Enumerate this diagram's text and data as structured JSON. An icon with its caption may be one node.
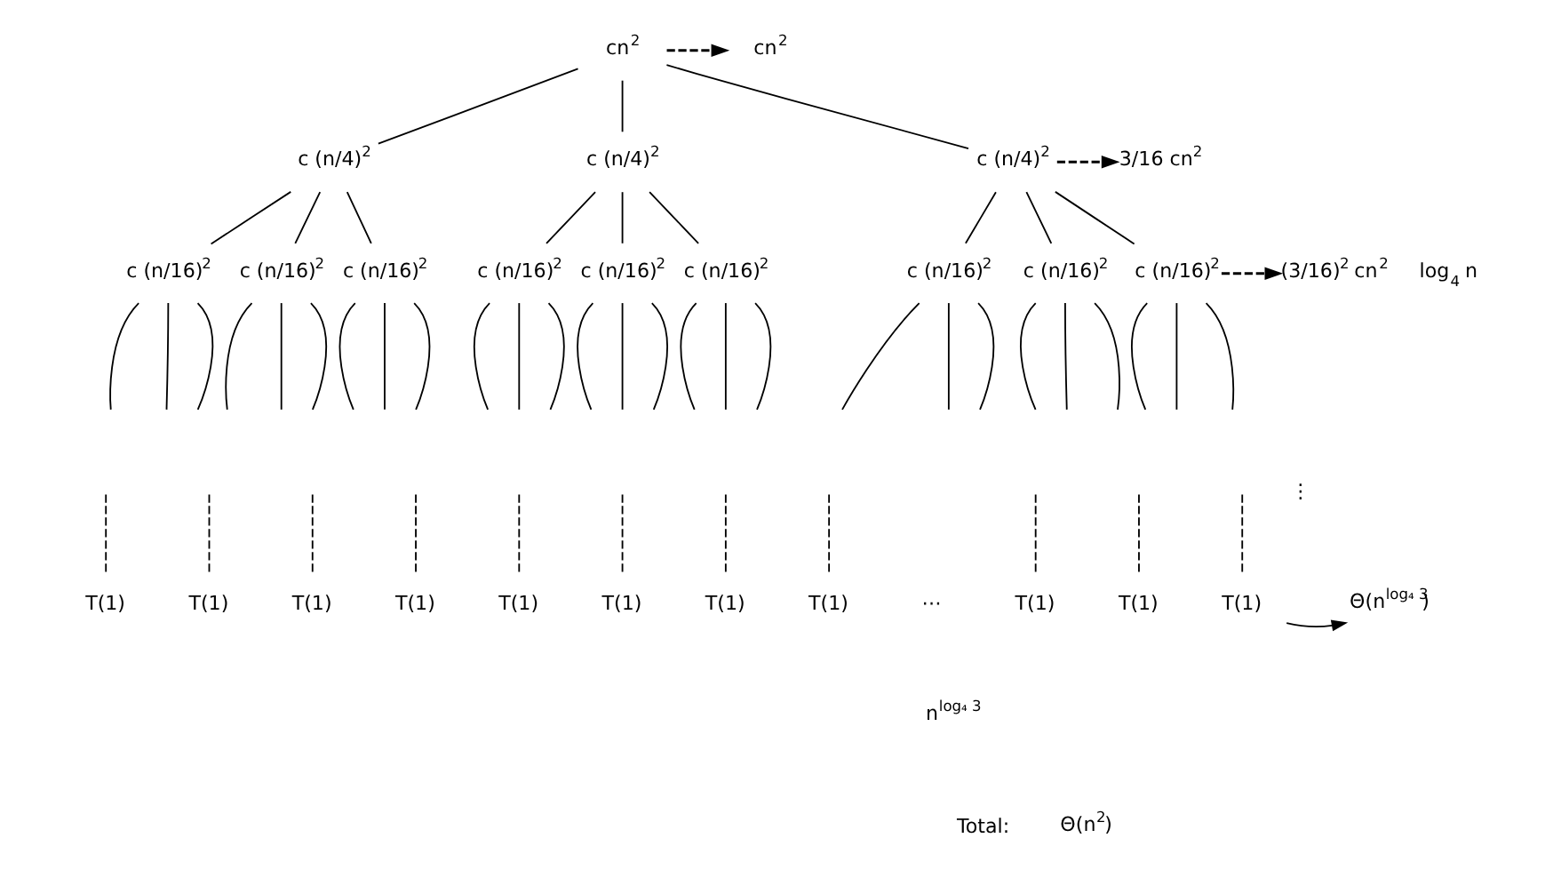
{
  "diagram": {
    "nodes": [
      {
        "text": [
          "cn$^{2}$"
        ]
      },
      {
        "text": [
          "c (n/4)$^{2}$"
        ]
      },
      {
        "text": [
          "c (n/4)$^{2}$"
        ]
      },
      {
        "text": [
          "c (n/4)$^{2}$"
        ]
      },
      {
        "text": [
          "c (n/16)$^{2}$"
        ]
      },
      {
        "text": [
          "c (n/16)$^{2}$"
        ]
      },
      {
        "text": [
          "c (n/16)$^{2}$"
        ]
      },
      {
        "text": [
          "c (n/16)$^{2}$"
        ]
      },
      {
        "text": [
          "c (n/16)$^{2}$"
        ]
      },
      {
        "text": [
          "c (n/16)$^{2}$"
        ]
      },
      {
        "text": [
          "c (n/16)$^{2}$"
        ]
      },
      {
        "text": [
          "c (n/16)$^{2}$"
        ]
      },
      {
        "text": [
          "c (n/16)$^{2}$"
        ]
      },
      {
        "text": [
          "T(1)"
        ]
      },
      {
        "text": [
          "T(1)"
        ]
      },
      {
        "text": [
          "T(1)"
        ]
      },
      {
        "text": [
          "T(1)"
        ]
      },
      {
        "text": [
          "T(1)"
        ]
      },
      {
        "text": [
          "T(1)"
        ]
      },
      {
        "text": [
          "T(1)"
        ]
      },
      {
        "text": [
          "T(1)"
        ]
      },
      {
        "text": [
          "T(1)"
        ]
      },
      {
        "text": [
          "T(1)"
        ]
      },
      {
        "text": [
          "T(1)"
        ]
      },
      {
        "text": [
          "cn$^{2}$"
        ]
      },
      {
        "text": [
          "3/16 cn$^{2}$"
        ]
      },
      {
        "text": [
          "(3/16)$^{2}$ cn$^{2}$"
        ]
      },
      {
        "text": [
          "Θ(n$^{log₄ 3}$)"
        ]
      }
    ],
    "edges": [
      {
        "from": 0,
        "to": 1,
        "arrow": "none"
      },
      {
        "from": 0,
        "to": 2,
        "arrow": "none"
      },
      {
        "from": 0,
        "to": 3,
        "arrow": "none"
      },
      {
        "from": 1,
        "to": 4,
        "arrow": "none"
      },
      {
        "from": 1,
        "to": 5,
        "arrow": "none"
      },
      {
        "from": 1,
        "to": 6,
        "arrow": "none"
      },
      {
        "from": 2,
        "to": 7,
        "arrow": "none"
      },
      {
        "from": 2,
        "to": 8,
        "arrow": "none"
      },
      {
        "from": 2,
        "to": 9,
        "arrow": "none"
      },
      {
        "from": 3,
        "to": 10,
        "arrow": "none"
      },
      {
        "from": 3,
        "to": 11,
        "arrow": "none"
      },
      {
        "from": 3,
        "to": 12,
        "arrow": "none"
      },
      {
        "from": 4,
        "to": null,
        "arrow": "none"
      },
      {
        "from": 4,
        "to": null,
        "arrow": "none"
      },
      {
        "from": 4,
        "to": null,
        "arrow": "none"
      },
      {
        "from": 5,
        "to": null,
        "arrow": "none"
      },
      {
        "from": 5,
        "to": null,
        "arrow": "none"
      },
      {
        "from": 5,
        "to": null,
        "arrow": "none"
      },
      {
        "from": 6,
        "to": null,
        "arrow": "none"
      },
      {
        "from": 6,
        "to": null,
        "arrow": "none"
      },
      {
        "from": 6,
        "to": null,
        "arrow": "none"
      },
      {
        "from": 7,
        "to": null,
        "arrow": "none"
      },
      {
        "from": 7,
        "to": null,
        "arrow": "none"
      },
      {
        "from": 7,
        "to": null,
        "arrow": "none"
      },
      {
        "from": 8,
        "to": null,
        "arrow": "none"
      },
      {
        "from": 8,
        "to": null,
        "arrow": "none"
      },
      {
        "from": 8,
        "to": null,
        "arrow": "none"
      },
      {
        "from": 9,
        "to": null,
        "arrow": "none"
      },
      {
        "from": 9,
        "to": null,
        "arrow": "none"
      },
      {
        "from": 9,
        "to": null,
        "arrow": "none"
      },
      {
        "from": 10,
        "to": null,
        "arrow": "none"
      },
      {
        "from": 10,
        "to": null,
        "arrow": "none"
      },
      {
        "from": 10,
        "to": null,
        "arrow": "none"
      },
      {
        "from": 11,
        "to": null,
        "arrow": "none"
      },
      {
        "from": 11,
        "to": null,
        "arrow": "none"
      },
      {
        "from": 11,
        "to": null,
        "arrow": "none"
      },
      {
        "from": 12,
        "to": null,
        "arrow": "none"
      },
      {
        "from": 12,
        "to": null,
        "arrow": "none"
      },
      {
        "from": 12,
        "to": null,
        "arrow": "none"
      },
      {
        "from": null,
        "to": 13,
        "arrow": "none",
        "style": "dashed"
      },
      {
        "from": null,
        "to": 14,
        "arrow": "none",
        "style": "dashed"
      },
      {
        "from": null,
        "to": 15,
        "arrow": "none",
        "style": "dashed"
      },
      {
        "from": null,
        "to": 16,
        "arrow": "none",
        "style": "dashed"
      },
      {
        "from": null,
        "to": 17,
        "arrow": "none",
        "style": "dashed"
      },
      {
        "from": null,
        "to": 18,
        "arrow": "none",
        "style": "dashed"
      },
      {
        "from": null,
        "to": 19,
        "arrow": "none",
        "style": "dashed"
      },
      {
        "from": null,
        "to": 20,
        "arrow": "none",
        "style": "dashed"
      },
      {
        "from": null,
        "to": 21,
        "arrow": "none",
        "style": "dashed"
      },
      {
        "from": null,
        "to": 22,
        "arrow": "none",
        "style": "dashed"
      },
      {
        "from": null,
        "to": 23,
        "arrow": "none",
        "style": "dashed"
      },
      {
        "from": 0,
        "to": 24,
        "arrow": "to",
        "style": "dashed"
      },
      {
        "from": 3,
        "to": 25,
        "arrow": "to",
        "style": "dashed"
      },
      {
        "from": 12,
        "to": 26,
        "arrow": "to",
        "style": "dashed"
      },
      {
        "from": 23,
        "to": 27,
        "arrow": "to"
      }
    ],
    "labels": [
      "log$_{4}$ n",
      "⋮",
      "⋯",
      "n$^{log₄ 3}$",
      "Total:",
      "Θ(n$^{2}$)"
    ]
  }
}
